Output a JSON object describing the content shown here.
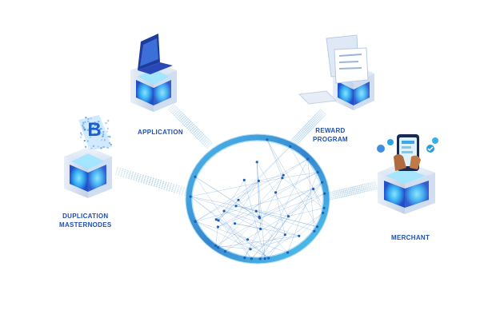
{
  "nodes": {
    "application": {
      "label": "APPLICATION",
      "icon": "laptop-icon"
    },
    "reward": {
      "lines": [
        "REWARD",
        "PROGRAM"
      ],
      "icon": "document-icon"
    },
    "duplication": {
      "lines": [
        "DUPLICATION",
        "MASTERNODES"
      ],
      "icon": "bitcoin-hologram-icon"
    },
    "merchant": {
      "label": "MERCHANT",
      "icon": "phone-payment-icon"
    }
  },
  "colors": {
    "label": "#1f4fb0",
    "ring": "#2a8fd0",
    "cube_glow": "#2ec6ff",
    "cube_dark": "#1a5fd6"
  }
}
